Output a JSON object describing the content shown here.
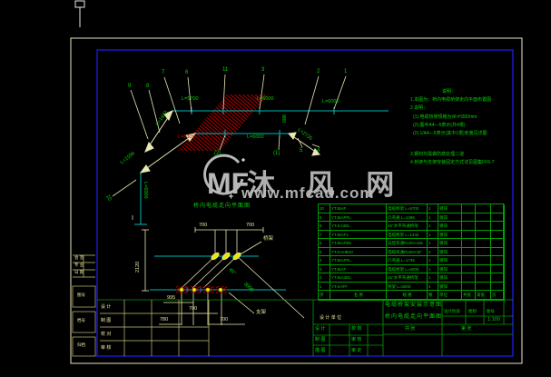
{
  "main": {
    "title": "桥内电缆走向平面图",
    "dims": {
      "top1": "L=5700",
      "top2": "L=6000",
      "top3": "L=6000",
      "bottom_red": "L=8309",
      "bottom": "L=6000",
      "diag_upper": "L=1432",
      "diag_lower": "L=1596",
      "diag_right": "L=2735",
      "height": "980",
      "vertical": "L=6000"
    },
    "leaders": {
      "n1": "1",
      "n2": "2",
      "n3": "3",
      "n4": "4",
      "n5": "5",
      "n6": "6",
      "n7": "7",
      "n8": "8",
      "n9": "9",
      "n10": "10",
      "n11": "11",
      "b1": "(1)",
      "b2": "(2)"
    }
  },
  "detail": {
    "mark": "I",
    "dims": {
      "top_left": "700",
      "top_right": "700",
      "height": "2120",
      "b995": "995",
      "b700": "700",
      "b780": "780",
      "b700b": "700",
      "angle": "45°",
      "slope": "3000"
    },
    "labels": {
      "upper": "桥架",
      "lower": "支架"
    }
  },
  "notes": {
    "heading": "说明：",
    "l1": "1.本图为：桥内电缆桥架走向平面布置图",
    "l2": "2.说明：",
    "l3": "(1).电缆桥架规格为W×H300mm",
    "l4": "(2).图中A4—5表示(共4根)",
    "l5": "(2).1/A4—5表示(其中1根)安装见详图",
    "l6": "3.钢材均需做防腐处理二道",
    "l7": "4.桥架与支架安装固定方式详见图集FF6-7"
  },
  "watermark": {
    "logo": "MF",
    "name": "沐 风 网",
    "url": "www.mfcad.com"
  },
  "bom": {
    "rows": [
      {
        "no": "10",
        "model": "YTJ6AF",
        "spec": "电缆桥架 L=5700",
        "qty": "1",
        "remark": "镀锌"
      },
      {
        "no": "9",
        "model": "YTJ6APFL",
        "spec": "凸弯通 L=1396",
        "qty": "1",
        "remark": "镀锌"
      },
      {
        "no": "8",
        "model": "YT.KA3DL",
        "spec": "45°水平弯通桥架",
        "qty": "1",
        "remark": "镀锌"
      },
      {
        "no": "7",
        "model": "YTJ6AF1",
        "spec": "电缆桥架 L=1432",
        "qty": "1",
        "remark": "镀锌"
      },
      {
        "no": "6",
        "model": "YTJ6AFB9",
        "spec": "异径弯通R100×445",
        "qty": "1",
        "remark": "镀锌"
      },
      {
        "no": "5",
        "model": "YT.KAHB10",
        "spec": "电缆弯通R100×45°",
        "qty": "2",
        "remark": "镀锌"
      },
      {
        "no": "4",
        "model": "YTJ6APFL",
        "spec": "凸弯通 L=1735",
        "qty": "1",
        "remark": "镀锌"
      },
      {
        "no": "3",
        "model": "YTJ6AF",
        "spec": "电缆桥架 L=6000",
        "qty": "1",
        "remark": "镀锌"
      },
      {
        "no": "2",
        "model": "YTJ6A3DL",
        "spec": "45°水平弯通桥架",
        "qty": "1",
        "remark": "镀锌"
      },
      {
        "no": "1",
        "model": "YT.KAFF",
        "spec": "桥架 L=6000",
        "qty": "4",
        "remark": "镀锌"
      }
    ],
    "footer": {
      "c1": "序",
      "c2": "名  称",
      "c3": "规  格",
      "c4": "数",
      "c5": "单位",
      "c6": "共张",
      "c7": "第张",
      "c8": "页"
    }
  },
  "titleblock": {
    "left": {
      "r1": "设 计",
      "r2": "制 图",
      "r3": "校 对",
      "r4": "审 核"
    },
    "mid": {
      "org": "设 计 单 位",
      "d1": "设 计",
      "d2": "制 图",
      "d3": "描 图",
      "s1": "校 核",
      "s2": "审 核",
      "s3": "审 定"
    },
    "title1": "电缆桥架安装示意图",
    "title2": "桥内电缆走向平面图",
    "right": {
      "h1": "设计阶段",
      "h2": "图别",
      "h3": "图号",
      "scale": "1:100",
      "total": "共 张",
      "no": "第 张"
    }
  },
  "margin": {
    "r1": "会 签",
    "r2": "专 业",
    "r3": "日 期",
    "b1": "图号",
    "b2": "档号",
    "b3": "归档"
  }
}
